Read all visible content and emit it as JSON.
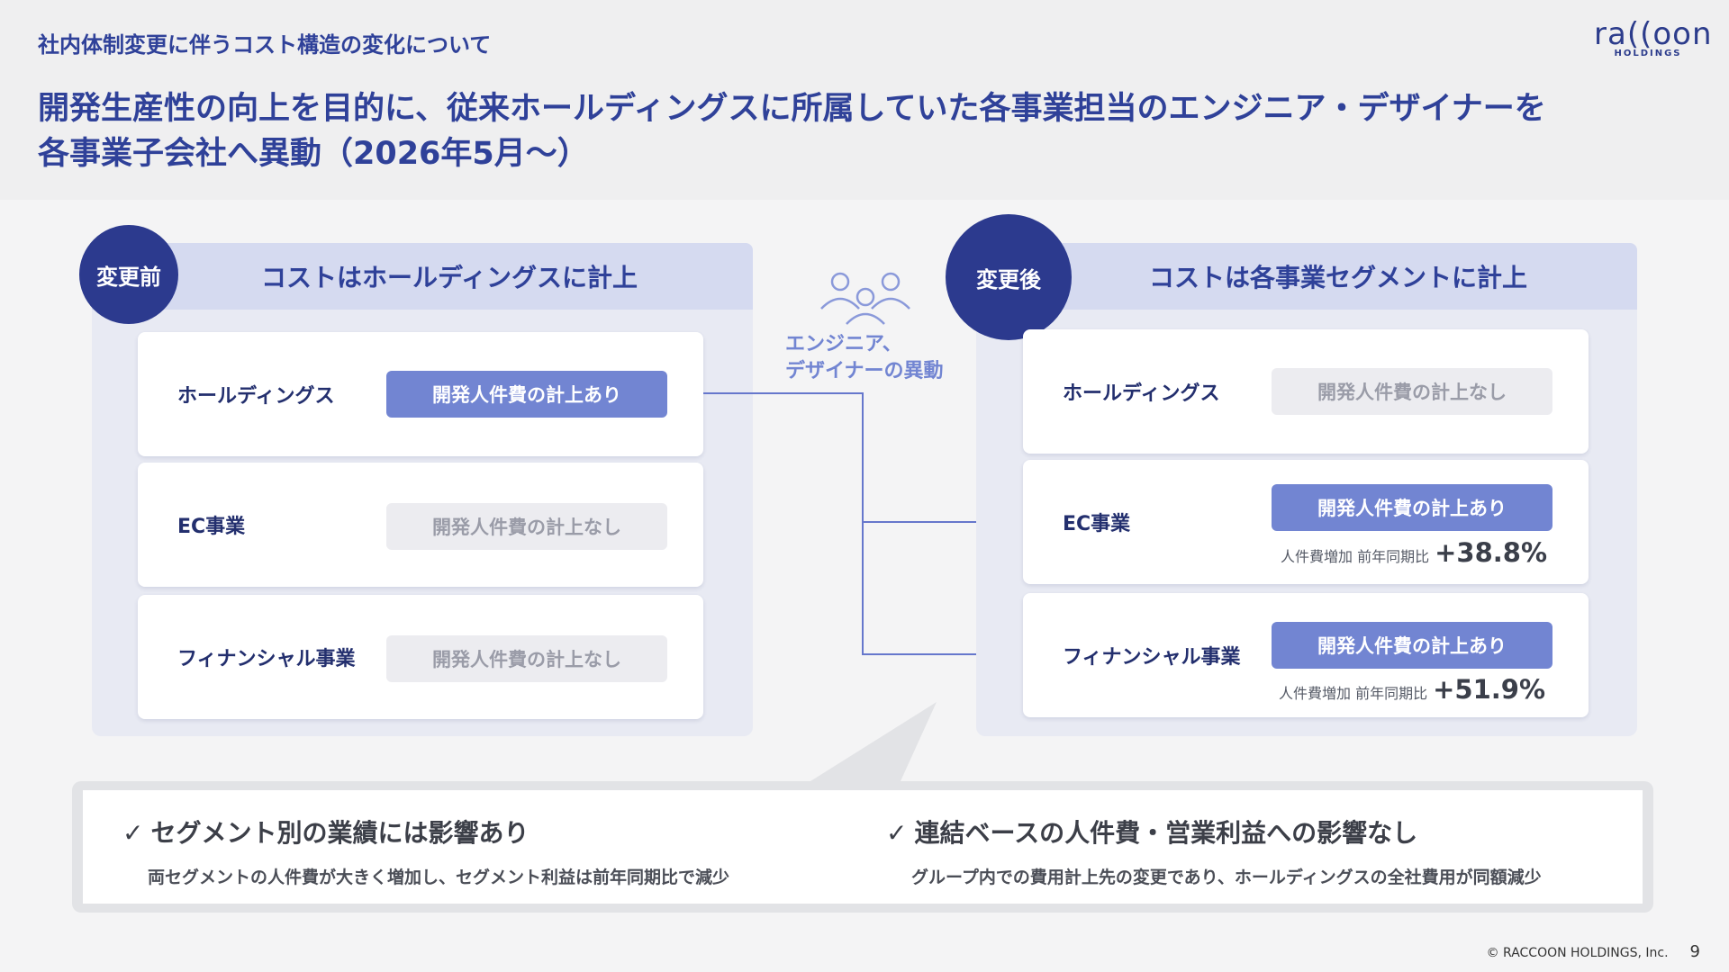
{
  "header": {
    "breadcrumb": "社内体制変更に伴うコスト構造の変化について",
    "headline_line1": "開発生産性の向上を目的に、従来ホールディングスに所属していた各事業担当のエンジニア・デザイナーを",
    "headline_line2": "各事業子会社へ異動（2026年5月〜）",
    "logo_mark": "ra((oon",
    "logo_sub": "HOLDINGS"
  },
  "before": {
    "badge": "変更前",
    "heading": "コストはホールディングスに計上",
    "rows": [
      {
        "label": "ホールディングス",
        "status": "開発人件費の計上あり"
      },
      {
        "label": "EC事業",
        "status": "開発人件費の計上なし"
      },
      {
        "label": "フィナンシャル事業",
        "status": "開発人件費の計上なし"
      }
    ]
  },
  "transfer": {
    "line1": "エンジニア、",
    "line2": "デザイナーの異動"
  },
  "after": {
    "badge": "変更後",
    "heading": "コストは各事業セグメントに計上",
    "rows": [
      {
        "label": "ホールディングス",
        "status": "開発人件費の計上なし"
      },
      {
        "label": "EC事業",
        "status": "開発人件費の計上あり",
        "metric_label": "人件費増加 前年同期比",
        "metric_value": "+38.8%"
      },
      {
        "label": "フィナンシャル事業",
        "status": "開発人件費の計上あり",
        "metric_label": "人件費増加 前年同期比",
        "metric_value": "+51.9%"
      }
    ]
  },
  "points": [
    {
      "check": "✓",
      "title": "セグメント別の業績には影響あり",
      "desc": "両セグメントの人件費が大きく増加し、セグメント利益は前年同期比で減少"
    },
    {
      "check": "✓",
      "title": "連結ベースの人件費・営業利益への影響なし",
      "desc": "グループ内での費用計上先の変更であり、ホールディングスの全社費用が同額減少"
    }
  ],
  "footer": {
    "copyright": "© RACCOON HOLDINGS, Inc.",
    "page": "9"
  },
  "colors": {
    "navy": "#2c3a8e",
    "accent": "#7285d2",
    "panel": "#e8eaf3"
  }
}
